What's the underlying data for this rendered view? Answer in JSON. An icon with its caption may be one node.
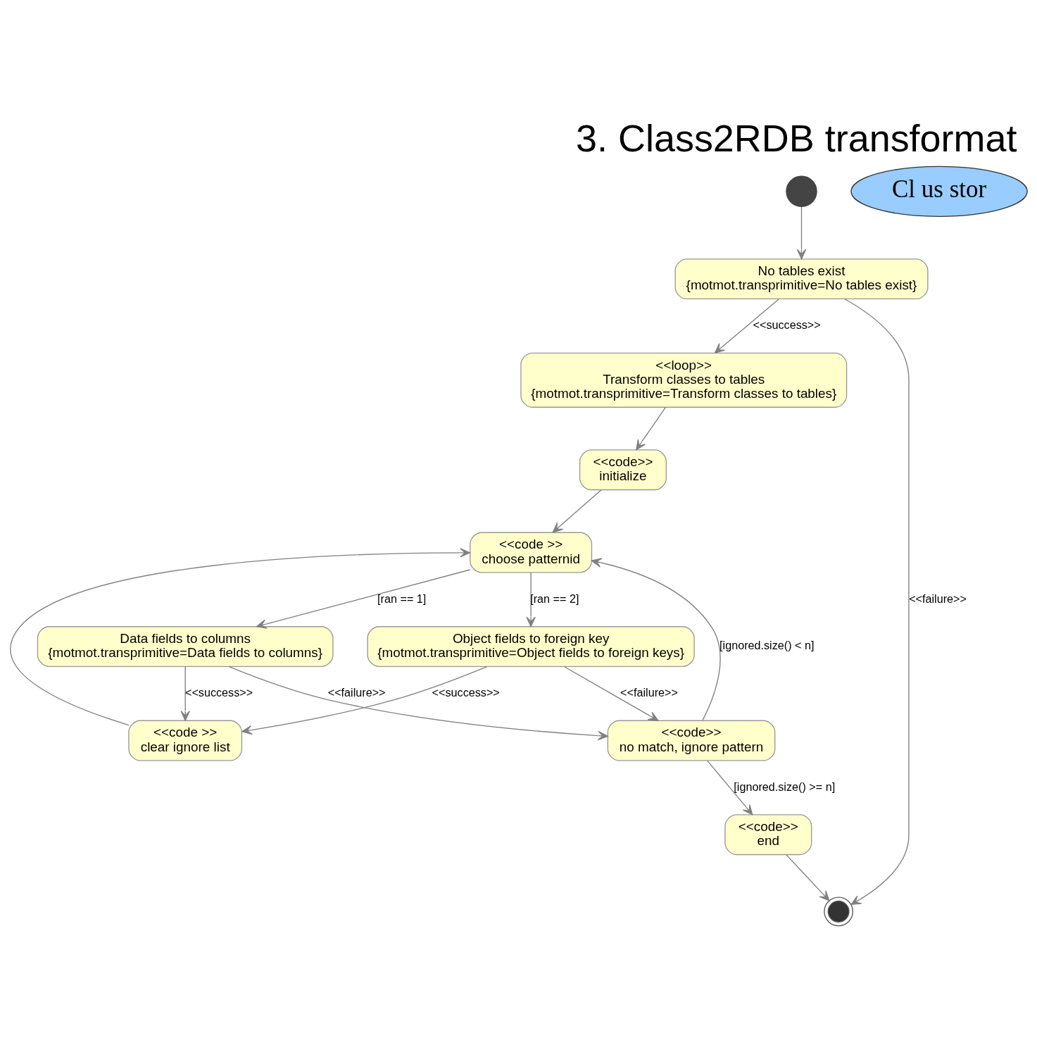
{
  "diagram": {
    "title": "3. Class2RDB transformat",
    "nodes": [
      {
        "text": [],
        "shape": "circle"
      },
      {
        "text": [
          "No tables exist",
          "{motmot.transprimitive=No tables exist}"
        ]
      },
      {
        "text": [
          "<<loop>>",
          "Transform classes to tables",
          "{motmot.transprimitive=Transform classes to tables}"
        ]
      },
      {
        "text": [
          "<<code>>",
          "initialize"
        ]
      },
      {
        "text": [
          "<<code >>",
          "choose patternid"
        ]
      },
      {
        "text": [
          "Data fields to columns",
          "{motmot.transprimitive=Data fields to columns}"
        ]
      },
      {
        "text": [
          "Object fields to foreign key",
          "{motmot.transprimitive=Object fields to foreign keys}"
        ]
      },
      {
        "text": [
          "<<code >>",
          "clear ignore list"
        ]
      },
      {
        "text": [
          "<<code>>",
          "no match, ignore pattern"
        ]
      },
      {
        "text": [
          "<<code>>",
          "end"
        ]
      },
      {
        "text": [],
        "shape": "circle"
      },
      {
        "text": [
          "Cl us stor"
        ]
      }
    ],
    "edges": [
      {
        "from": 0,
        "to": 1,
        "arrow": "to"
      },
      {
        "from": 1,
        "to": 2,
        "arrow": "to",
        "label": "<<success>>"
      },
      {
        "from": 1,
        "to": 10,
        "arrow": "to",
        "label": "<<failure>>"
      },
      {
        "from": 2,
        "to": 3,
        "arrow": "to"
      },
      {
        "from": 3,
        "to": 4,
        "arrow": "to"
      },
      {
        "from": 4,
        "to": 5,
        "arrow": "to",
        "label": "[ran == 1]"
      },
      {
        "from": 4,
        "to": 6,
        "arrow": "to",
        "label": "[ran == 2]"
      },
      {
        "from": 5,
        "to": 7,
        "arrow": "to",
        "label": "<<success>>"
      },
      {
        "from": 6,
        "to": 7,
        "arrow": "to",
        "label": "<<success>>"
      },
      {
        "from": 5,
        "to": 8,
        "arrow": "to",
        "label": "<<failure>>"
      },
      {
        "from": 6,
        "to": 8,
        "arrow": "to",
        "label": "<<failure>>"
      },
      {
        "from": 7,
        "to": 4,
        "arrow": "to"
      },
      {
        "from": 8,
        "to": 4,
        "arrow": "to",
        "label": "[ignored.size() < n]"
      },
      {
        "from": 8,
        "to": 9,
        "arrow": "to",
        "label": "[ignored.size() >= n]"
      },
      {
        "from": 9,
        "to": 10,
        "arrow": "to"
      }
    ]
  }
}
